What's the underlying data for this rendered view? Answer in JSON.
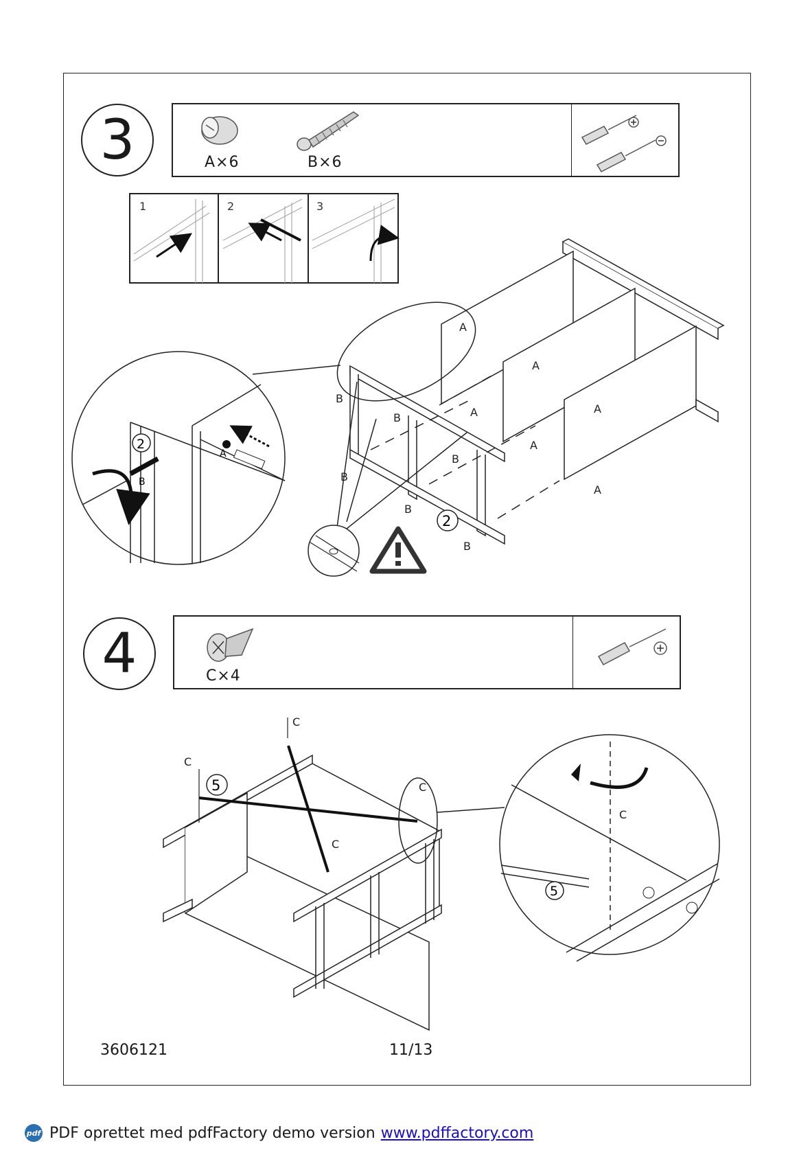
{
  "step3": {
    "number": "3",
    "parts": [
      {
        "label": "A×6"
      },
      {
        "label": "B×6"
      }
    ],
    "tools": [
      "phillips-screwdriver",
      "flat-screwdriver"
    ],
    "substeps": [
      "1",
      "2",
      "3"
    ],
    "callouts": {
      "a": "A",
      "b": "B",
      "ref": "2"
    }
  },
  "step4": {
    "number": "4",
    "parts": [
      {
        "label": "C×4"
      }
    ],
    "tools": [
      "phillips-screwdriver"
    ],
    "callouts": {
      "c": "C",
      "ref": "5"
    }
  },
  "footer": {
    "product_code": "3606121",
    "page": "11/13"
  },
  "pdf_banner": {
    "logo": "pdf",
    "text": "PDF oprettet med pdfFactory demo version",
    "link": "www.pdffactory.com"
  }
}
